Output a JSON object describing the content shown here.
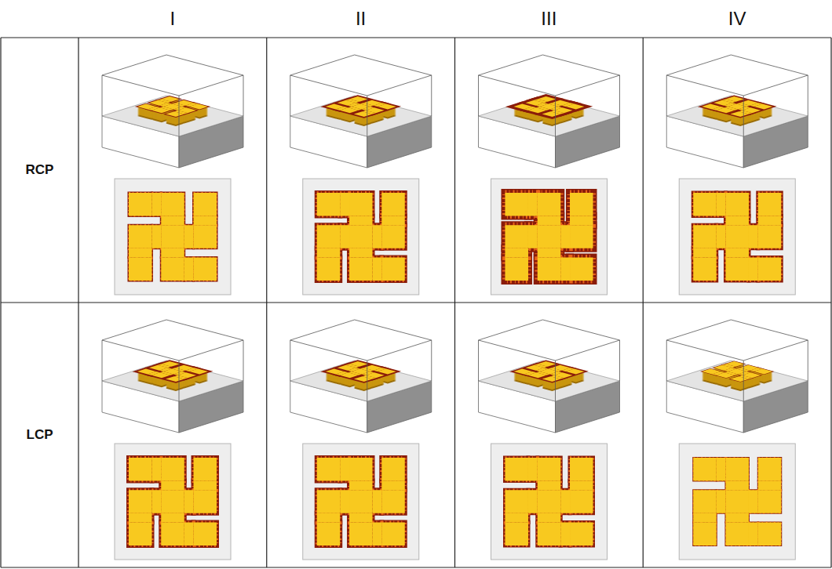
{
  "diagram": {
    "labels": [
      "I",
      "II",
      "III",
      "IV",
      "RCP",
      "LCP"
    ]
  }
}
